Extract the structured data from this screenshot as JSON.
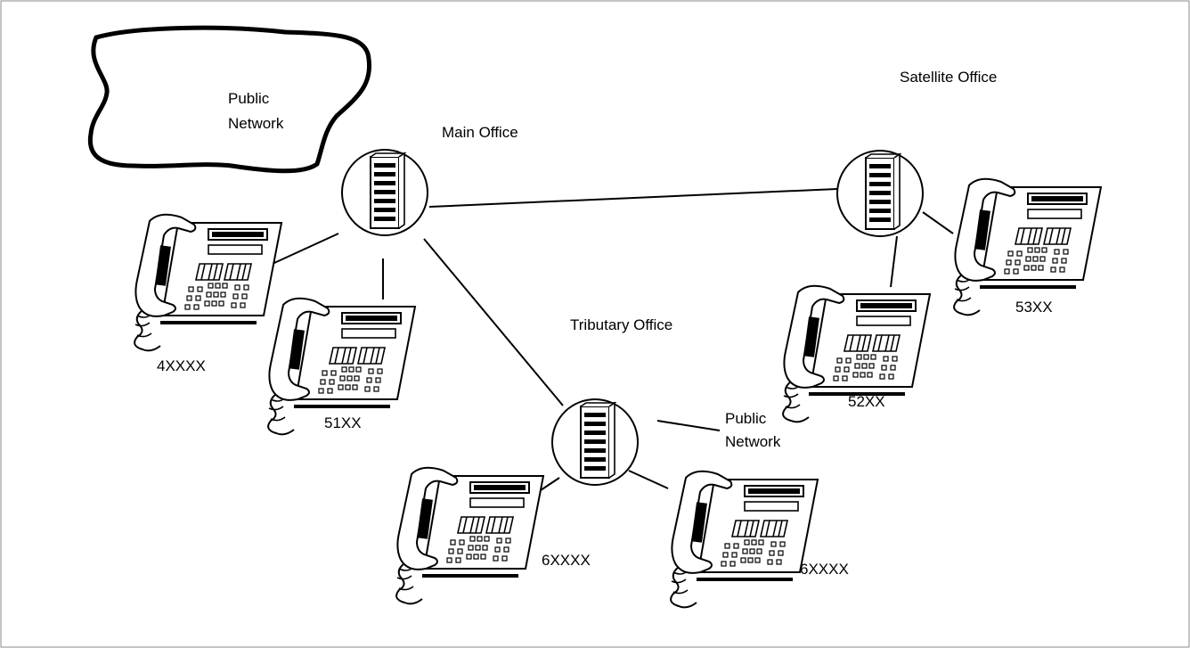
{
  "labels": {
    "public_network_1": [
      "Public",
      "Network"
    ],
    "main_office": "Main Office",
    "satellite_office": "Satellite Office",
    "tributary_office": "Tributary Office",
    "public_network_2": [
      "Public",
      "Network"
    ]
  },
  "phones": [
    {
      "id": "phone-4xxxx",
      "label": "4XXXX"
    },
    {
      "id": "phone-51xx",
      "label": "51XX"
    },
    {
      "id": "phone-52xx",
      "label": "52XX"
    },
    {
      "id": "phone-53xx",
      "label": "53XX"
    },
    {
      "id": "phone-6xxxx-left",
      "label": "6XXXX"
    },
    {
      "id": "phone-6xxxx-right",
      "label": "6XXXX"
    }
  ]
}
